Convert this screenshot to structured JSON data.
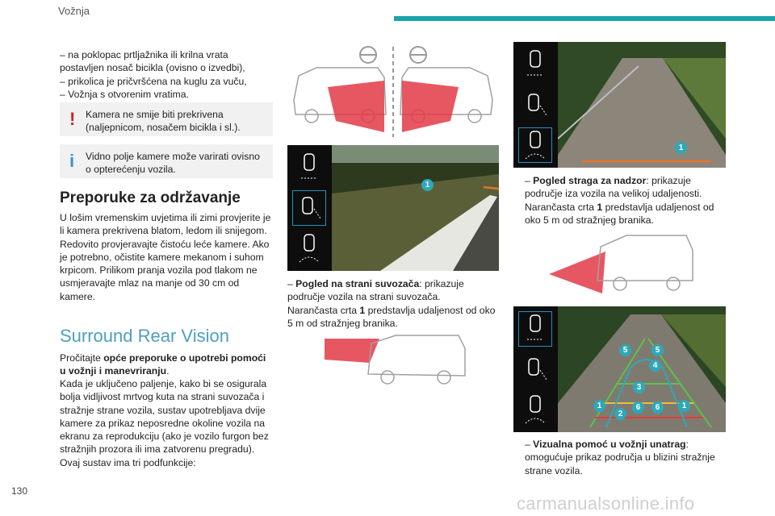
{
  "header": {
    "section": "Vožnja"
  },
  "page_number": "130",
  "watermark": "carmanualsonline.info",
  "col1": {
    "list": [
      "– na poklopac prtljažnika ili krilna vrata postavljen nosač bicikla (ovisno o izvedbi),",
      "– prikolica je pričvršćena na kuglu za vuču,",
      "– Vožnja s otvorenim vratima."
    ],
    "warning": {
      "icon": "!",
      "text": "Kamera ne smije biti prekrivena (naljepnicom, nosačem bicikla i sl.)."
    },
    "info": {
      "icon": "i",
      "text": "Vidno polje kamere može varirati ovisno o opterećenju vozila."
    },
    "maint_heading": "Preporuke za održavanje",
    "maint_text": "U lošim vremenskim uvjetima ili zimi provjerite je li kamera prekrivena blatom, ledom ili snijegom. Redovito provjeravajte čistoću leće kamere. Ako je potrebno, očistite kamere mekanom i suhom krpicom. Prilikom pranja vozila pod tlakom ne usmjeravajte mlaz na manje od 30 cm od kamere.",
    "srv_heading": "Surround Rear Vision",
    "srv_intro_pre": "Pročitajte ",
    "srv_intro_bold": "opće preporuke o upotrebi pomoći u vožnji i manevriranju",
    "srv_intro_post": ".",
    "srv_text": "Kada je uključeno paljenje, kako bi se osigurala bolja vidljivost mrtvog kuta na strani suvozača i stražnje strane vozila, sustav upotrebljava dvije kamere za prikaz neposredne okoline vozila na ekranu za reprodukciju (ako je vozilo furgon bez stražnjih prozora ili ima zatvorenu pregradu). Ovaj sustav ima tri podfunkcije:"
  },
  "col2": {
    "side_view_label": "Pogled na strani suvozača",
    "side_view_text": ": prikazuje područje vozila na strani suvozača.",
    "side_view_line_pre": "Narančasta crta ",
    "side_view_line_num": "1",
    "side_view_line_post": " predstavlja udaljenost od oko 5 m od stražnjeg branika.",
    "dash": "–"
  },
  "col3": {
    "rear_view_label": "Pogled straga za nadzor",
    "rear_view_text": ": prikazuje područje iza vozila na velikoj udaljenosti.",
    "rear_view_line_pre": "Narančasta crta ",
    "rear_view_line_num": "1",
    "rear_view_line_post": " predstavlja udaljenost od oko 5 m od stražnjeg branika.",
    "assist_label": "Vizualna pomoć u vožnji unatrag",
    "assist_text": ": omogućuje prikaz područja u blizini stražnje strane vozila.",
    "dash": "–"
  },
  "markers": {
    "side": "1",
    "rear": "1",
    "assist": [
      "5",
      "5",
      "4",
      "3",
      "1",
      "2",
      "6",
      "6",
      "1"
    ]
  },
  "colors": {
    "accent": "#1aa3a8",
    "heading_blue": "#4d9fbf",
    "warning_red": "#d0202a",
    "info_blue": "#3b8fd0",
    "marker": "#2ea8b9",
    "guide_orange": "#e8742a",
    "guide_green": "#5cc24a",
    "guide_red": "#e23b3b"
  }
}
